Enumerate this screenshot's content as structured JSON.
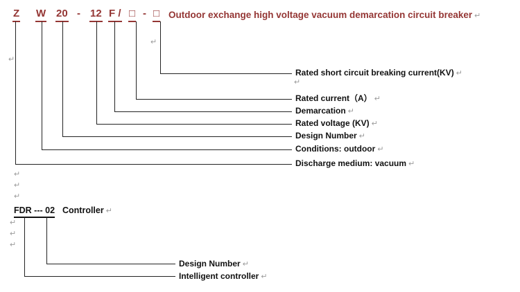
{
  "breaker": {
    "code": {
      "z": "Z",
      "w": "W",
      "design": "20",
      "dash1": "-",
      "voltage": "12",
      "f": "F /",
      "box1": "□",
      "dash2": "-",
      "box2": "□"
    },
    "title": "Outdoor exchange high voltage vacuum demarcation circuit breaker",
    "labels": {
      "short_circuit": "Rated short circuit breaking current(KV)",
      "rated_current": "Rated current（A）",
      "demarcation": "Demarcation",
      "rated_voltage": "Rated voltage (KV)",
      "design_number": "Design Number",
      "conditions": "Conditions: outdoor",
      "discharge": "Discharge medium: vacuum"
    }
  },
  "controller": {
    "code": "FDR --- 02",
    "name": "Controller",
    "labels": {
      "design_number": "Design Number",
      "intelligent": "Intelligent controller"
    }
  },
  "marks": {
    "pilcrow": "↵"
  },
  "colors": {
    "model_text": "#943634",
    "label_text": "#111111",
    "line": "#222222"
  }
}
